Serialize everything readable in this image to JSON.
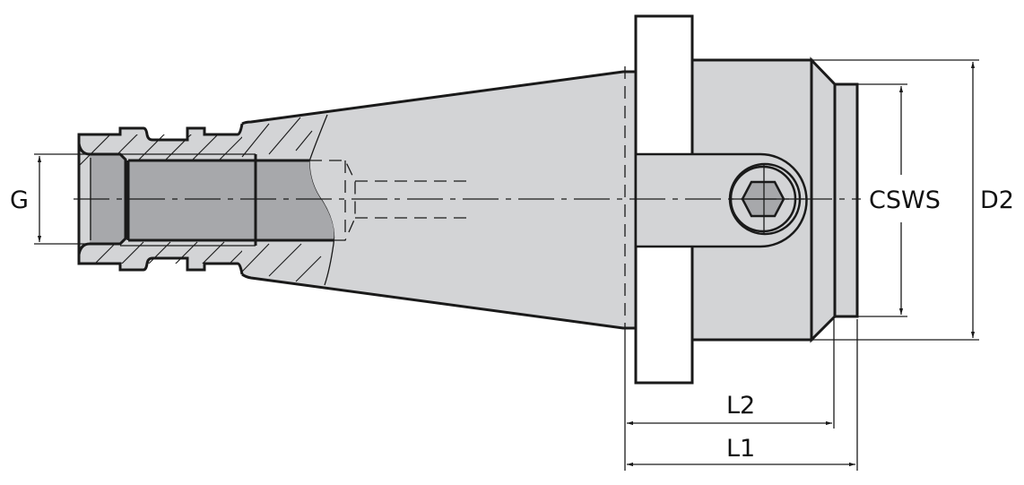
{
  "drawing": {
    "type": "technical-drawing",
    "subject": "tool holder adapter with taper shank, internal thread and side-lock screw",
    "colors": {
      "background": "#ffffff",
      "body_fill": "#d3d4d6",
      "bore_fill": "#a7a8ab",
      "hex_fill": "#a7a8ab",
      "line": "#1a1a1a"
    }
  },
  "dimensions": {
    "g": {
      "label": "G",
      "description": "thread diameter (left bore)"
    },
    "csws": {
      "label": "CSWS",
      "description": "clamping shank diameter (nose)"
    },
    "d2": {
      "label": "D2",
      "description": "body outer diameter"
    },
    "l2": {
      "label": "L2",
      "description": "length gauge line to nose shoulder"
    },
    "l1": {
      "label": "L1",
      "description": "overall length gauge line to nose end"
    }
  }
}
